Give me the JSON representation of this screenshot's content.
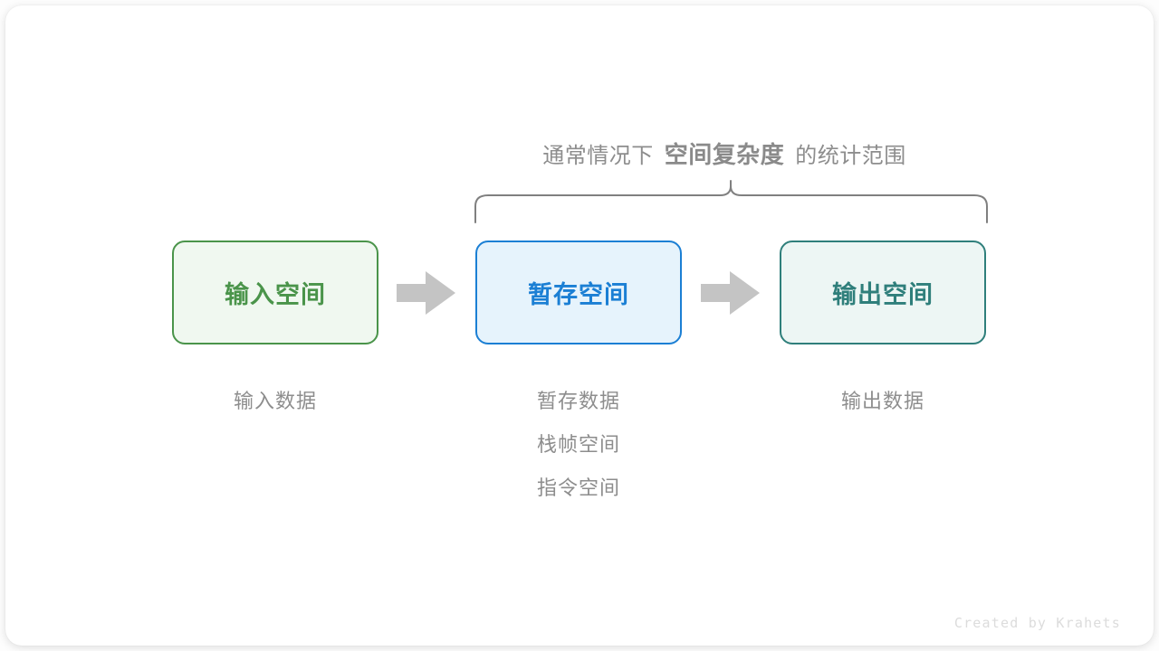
{
  "diagram": {
    "caption": {
      "prefix": "通常情况下",
      "emphasis": "空间复杂度",
      "suffix": "的统计范围"
    },
    "brace": {
      "name": "curly-brace",
      "spans": [
        "暂存空间",
        "输出空间"
      ],
      "color": "#808080"
    },
    "boxes": [
      {
        "id": "input",
        "label": "输入空间",
        "border_color": "#4a944a",
        "fill_color": "#f0f8f0",
        "text_color": "#4a944a",
        "sublabels": [
          "输入数据"
        ]
      },
      {
        "id": "temp",
        "label": "暂存空间",
        "border_color": "#1b7fd4",
        "fill_color": "#e6f3fc",
        "text_color": "#1b7fd4",
        "sublabels": [
          "暂存数据",
          "栈帧空间",
          "指令空间"
        ]
      },
      {
        "id": "output",
        "label": "输出空间",
        "border_color": "#2f7f7b",
        "fill_color": "#edf6f4",
        "text_color": "#2f7f7b",
        "sublabels": [
          "输出数据"
        ]
      }
    ],
    "arrows": [
      {
        "id": "arrow-input-to-temp",
        "color": "#c4c4c4"
      },
      {
        "id": "arrow-temp-to-output",
        "color": "#c4c4c4"
      }
    ],
    "watermark": "Created by Krahets"
  }
}
